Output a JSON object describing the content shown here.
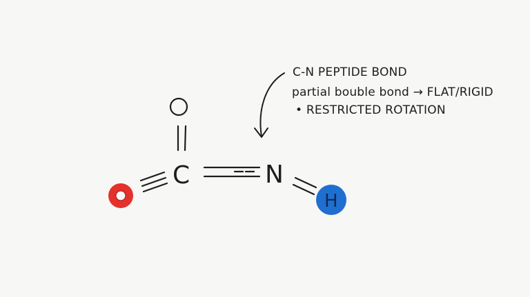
{
  "diagram": {
    "atoms": {
      "top_oxygen": "O",
      "carbon": "C",
      "nitrogen": "N",
      "hydrogen": "H"
    },
    "annotation": {
      "line1": "C-N PEPTIDE BOND",
      "line2": "partial bouble bond → FLAT/RIGID",
      "line3": "• RESTRICTED ROTATION"
    },
    "colors": {
      "ink": "#1d1d1d",
      "red_atom": "#e4312b",
      "blue_atom": "#1f6fd1",
      "paper": "#f7f7f5"
    }
  }
}
